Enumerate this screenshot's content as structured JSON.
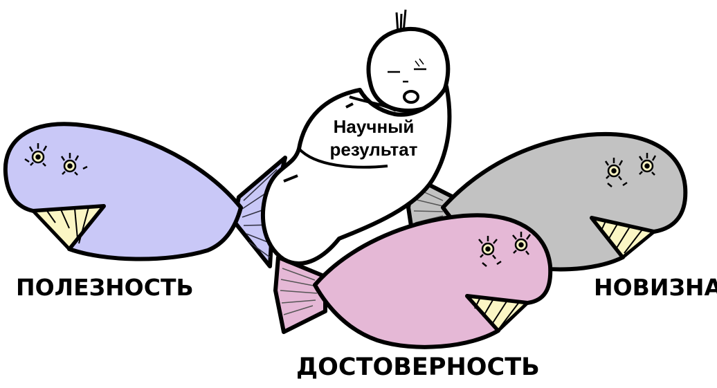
{
  "labels": {
    "left_fish": "ПОЛЕЗНОСТЬ",
    "right_fish": "НОВИЗНА",
    "bottom_fish": "ДОСТОВЕРНОСТЬ"
  },
  "baby": {
    "line1": "Научный",
    "line2": "результат"
  },
  "colors": {
    "left_fish": "#c9c8f7",
    "right_fish": "#c2c2c2",
    "bottom_fish": "#e5b8d6",
    "teeth": "#fbf6c4",
    "baby": "#ffffff",
    "outline": "#000000"
  },
  "icons": [
    "fish-icon",
    "baby-icon"
  ]
}
